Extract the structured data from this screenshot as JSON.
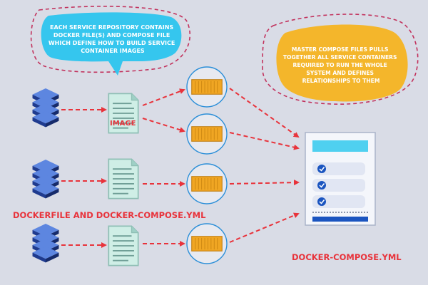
{
  "callouts": {
    "left": {
      "lines": [
        "EACH SERVICE REPOSITORY CONTAINS",
        "DOCKER FILE(S) AND COMPOSE FILE",
        "WHICH DEFINE HOW TO BUILD SERVICE",
        "CONTAINER IMAGES"
      ],
      "bubble_color": "#35c6ee"
    },
    "right": {
      "lines": [
        "MASTER COMPOSE FILES PULLS",
        "TOGETHER ALL SERVICE CONTAINERS",
        "REQUIRED TO RUN THE WHOLE",
        "SYSTEM AND DEFINES",
        "RELATIONSHIPS TO THEM"
      ],
      "bubble_color": "#f4b62b"
    }
  },
  "labels": {
    "image": "IMAGE",
    "dockerfile_compose": "DOCKERFILE AND DOCKER-COMPOSE.YML",
    "docker_compose_yml": "DOCKER-COMPOSE.YML"
  },
  "icons": {
    "server_stack": "server-stack-icon",
    "document": "document-icon",
    "container": "shipping-container-icon",
    "checklist": "checklist-document-icon"
  },
  "colors": {
    "background": "#d9dce6",
    "arrow": "#e8333b",
    "label_red": "#e8333b",
    "server": "#1f3b8f",
    "container": "#f0a623",
    "doc": "#bfe3dc",
    "compose_bar": "#4fd0f0",
    "compose_check": "#1b55c0"
  }
}
